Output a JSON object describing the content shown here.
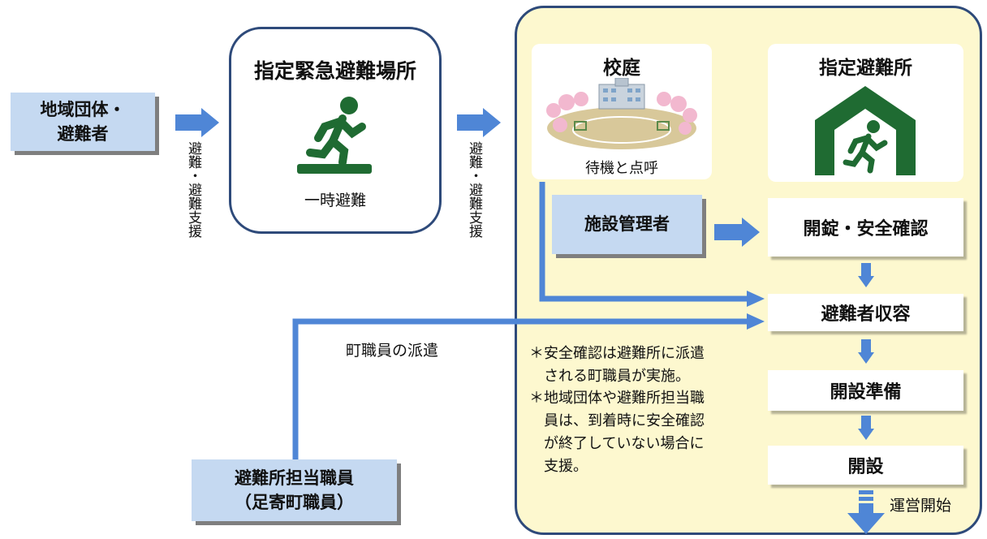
{
  "community": {
    "line1": "地域団体・",
    "line2": "避難者"
  },
  "support_label_1": "避難・避難支援",
  "emergency_place": {
    "title": "指定緊急避難場所",
    "caption": "一時避難"
  },
  "support_label_2": "避難・避難支援",
  "schoolyard": {
    "title": "校庭",
    "caption": "待機と点呼"
  },
  "shelter": {
    "title": "指定避難所"
  },
  "facility_manager": "施設管理者",
  "steps": {
    "unlock": "開錠・安全確認",
    "accept": "避難者収容",
    "prepare": "開設準備",
    "open": "開設",
    "operate": "運営開始"
  },
  "dispatch_label": "町職員の派遣",
  "staff": {
    "line1": "避難所担当職員",
    "line2": "（足寄町職員）"
  },
  "notes": [
    [
      "＊安全確認は避難所に派遣",
      "　される町職員が実施。"
    ],
    [
      "＊地域団体や避難所担当職",
      "　員は、到着時に安全確認",
      "　が終了していない場合に",
      "　支援。"
    ]
  ],
  "colors": {
    "flow_blue": "#4f86d6",
    "box_blue": "#c5d9f1",
    "panel_yellow": "#fdf8cf",
    "border_navy": "#2e4a7a",
    "icon_green": "#1f6b32"
  }
}
